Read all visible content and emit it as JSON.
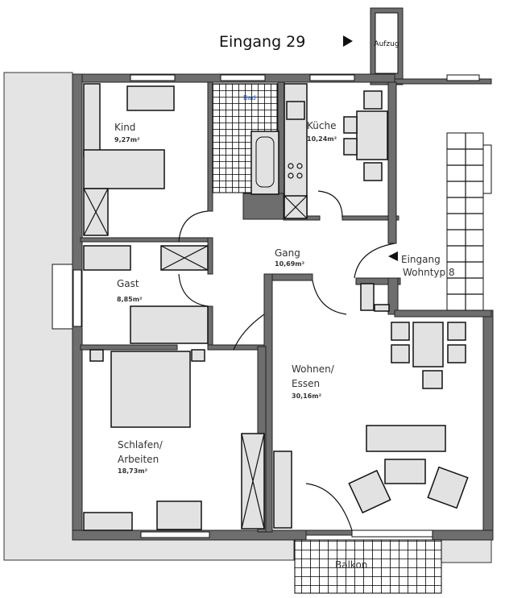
{
  "title": "Grundriss Wohnung",
  "entrance_main": "Eingang 29",
  "elevator": "Aufzug",
  "entrance_unit": [
    "Eingang",
    "Wohntyp 8"
  ],
  "rooms": {
    "kind": {
      "name": "Kind",
      "area": "9,27m²"
    },
    "bad": {
      "name": "Bad",
      "area": ""
    },
    "kueche": {
      "name": "Küche",
      "area": "10,24m²"
    },
    "gang": {
      "name": "Gang",
      "area": "10,69m²"
    },
    "gast": {
      "name": "Gast",
      "area": "8,85m²"
    },
    "wohnen": {
      "name1": "Wohnen/",
      "name2": "Essen",
      "area": "30,16m²"
    },
    "schlafen": {
      "name1": "Schlafen/",
      "name2": "Arbeiten",
      "area": "18,73m²"
    },
    "balkon": {
      "name": "Balkon",
      "area": ""
    }
  },
  "colors": {
    "wall": "#6e6e6e",
    "furniture": "#e2e2e2",
    "site": "#e4e4e4"
  }
}
